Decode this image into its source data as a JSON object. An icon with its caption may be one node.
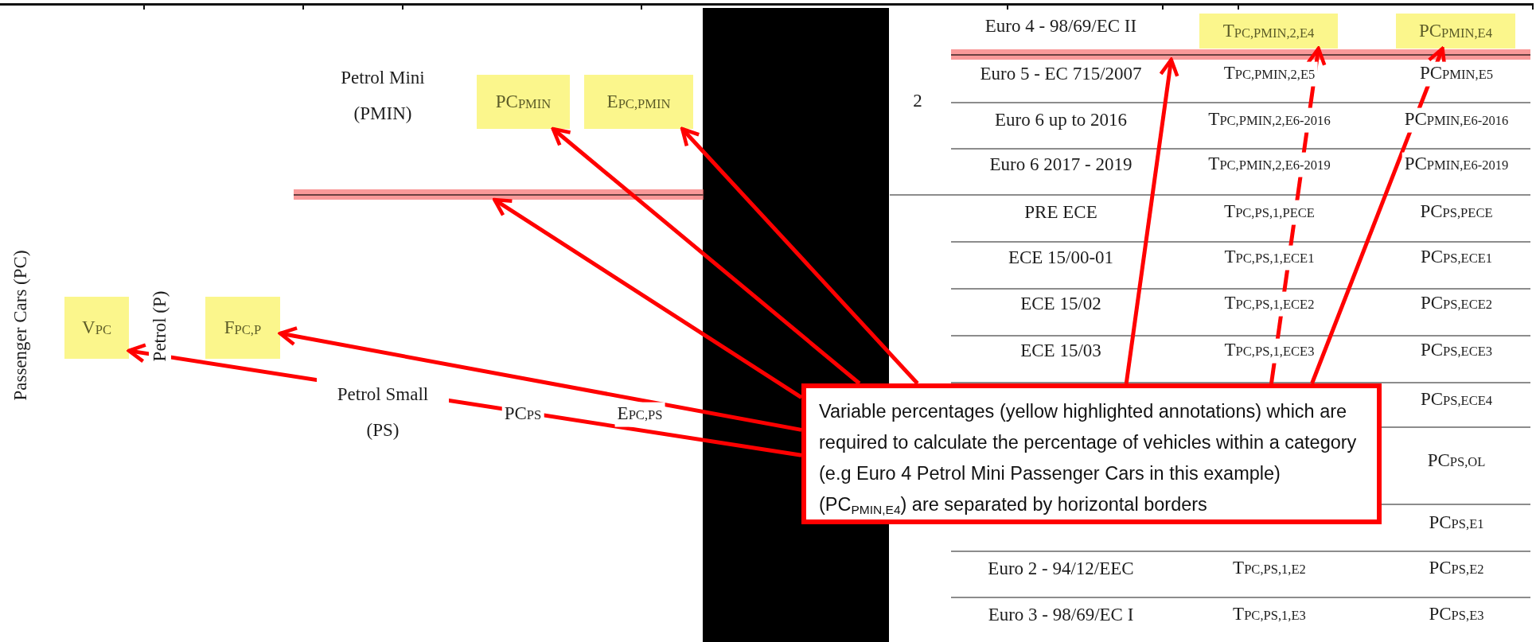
{
  "diagram": {
    "nodes": [
      {
        "text": [
          "PC$_{PMIN}$"
        ]
      },
      {
        "text": [
          "E$_{PC,PMIN}$"
        ]
      },
      {
        "text": [],
        "shape": "bar"
      },
      {
        "text": [
          "V$_{PC}$"
        ]
      },
      {
        "text": [
          "F$_{PC,P}$"
        ]
      },
      {
        "text": [
          "T$_{PC,PMIN,2,E4}$"
        ]
      },
      {
        "text": [
          "PC$_{PMIN,E4}$"
        ]
      },
      {
        "text": [],
        "shape": "bar"
      },
      {
        "text": [
          "Variable percentages (yellow highlighted annotations) which are required to calculate the percentage of vehicles within a category (e.g Euro 4 Petrol Mini Passenger Cars in this example) (PC$_{PMIN,E4}$) are separated by horizontal borders"
        ]
      }
    ],
    "edges": [
      {
        "from": 8,
        "to": 3,
        "arrow": "to"
      },
      {
        "from": 8,
        "to": 4,
        "arrow": "to"
      },
      {
        "from": 8,
        "to": 2,
        "arrow": "to"
      },
      {
        "from": 8,
        "to": 0,
        "arrow": "to"
      },
      {
        "from": 8,
        "to": 1,
        "arrow": "to"
      },
      {
        "from": 8,
        "to": 7,
        "arrow": "to"
      },
      {
        "from": 8,
        "to": 5,
        "arrow": "to"
      },
      {
        "from": 8,
        "to": 6,
        "arrow": "to"
      }
    ],
    "labels": [
      "Passenger Cars (PC)",
      "Petrol (P)",
      "Petrol Mini (PMIN)",
      "Petrol Small (PS)",
      "PC$_{PS}$",
      "E$_{PC,PS}$",
      "2",
      "Euro 4 - 98/69/EC II",
      "Euro 5 - EC 715/2007",
      "T$_{PC,PMIN,2,E5}$",
      "PC$_{PMIN,E5}$",
      "Euro 6 up to 2016",
      "T$_{PC,PMIN,2,E6-2016}$",
      "PC$_{PMIN,E6-2016}$",
      "Euro 6 2017 - 2019",
      "T$_{PC,PMIN,2,E6-2019}$",
      "PC$_{PMIN,E6-2019}$",
      "PRE ECE",
      "T$_{PC,PS,1,PECE}$",
      "PC$_{PS,PECE}$",
      "ECE 15/00-01",
      "T$_{PC,PS,1,ECE1}$",
      "PC$_{PS,ECE1}$",
      "ECE 15/02",
      "T$_{PC,PS,1,ECE2}$",
      "PC$_{PS,ECE2}$",
      "ECE 15/03",
      "T$_{PC,PS,1,ECE3}$",
      "PC$_{PS,ECE3}$",
      "PC$_{PS,ECE4}$",
      "PC$_{PS,OL}$",
      "PC$_{PS,E1}$",
      "Euro 2 - 94/12/EEC",
      "T$_{PC,PS,1,E2}$",
      "PC$_{PS,E2}$",
      "Euro 3 - 98/69/EC I",
      "T$_{PC,PS,1,E3}$",
      "PC$_{PS,E3}$"
    ]
  }
}
